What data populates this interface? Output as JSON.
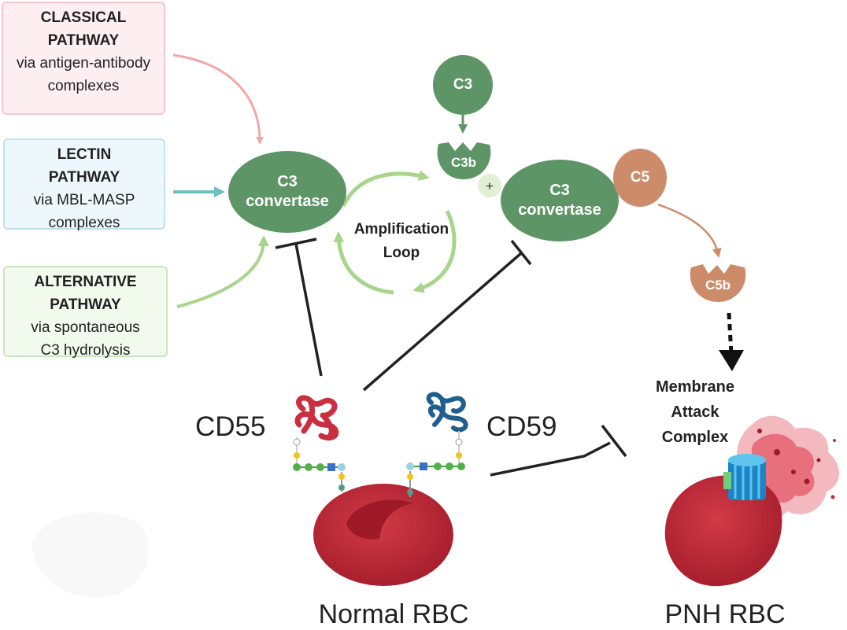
{
  "pathways": {
    "classical": {
      "title": "CLASSICAL\nPATHWAY",
      "subtitle": "via antigen-antibody\ncomplexes"
    },
    "lectin": {
      "title": "LECTIN\nPATHWAY",
      "subtitle": "via MBL-MASP\ncomplexes"
    },
    "alternative": {
      "title": "ALTERNATIVE\nPATHWAY",
      "subtitle": "via spontaneous\nC3 hydrolysis"
    }
  },
  "nodes": {
    "c3_convertase_1": "C3\nconvertase",
    "c3_convertase_2": "C3\nconvertase",
    "c3": "C3",
    "c3b": "C3b",
    "plus": "+",
    "c5": "C5",
    "c5b": "C5b"
  },
  "labels": {
    "amplification_loop": "Amplification\nLoop",
    "membrane_attack_complex": "Membrane\nAttack\nComplex",
    "cd55": "CD55",
    "cd59": "CD59",
    "normal_rbc": "Normal RBC",
    "pnh_rbc": "PNH RBC"
  },
  "colors": {
    "classical": "#f2a6a6",
    "lectin": "#6fbfbf",
    "alternative": "#a9d48c",
    "complement_green": "#5e9567",
    "c5_brown": "#cc8c6a",
    "rbc_red": "#c62c3a",
    "cd55_red": "#c8303f",
    "cd59_blue": "#1f5f8f"
  }
}
